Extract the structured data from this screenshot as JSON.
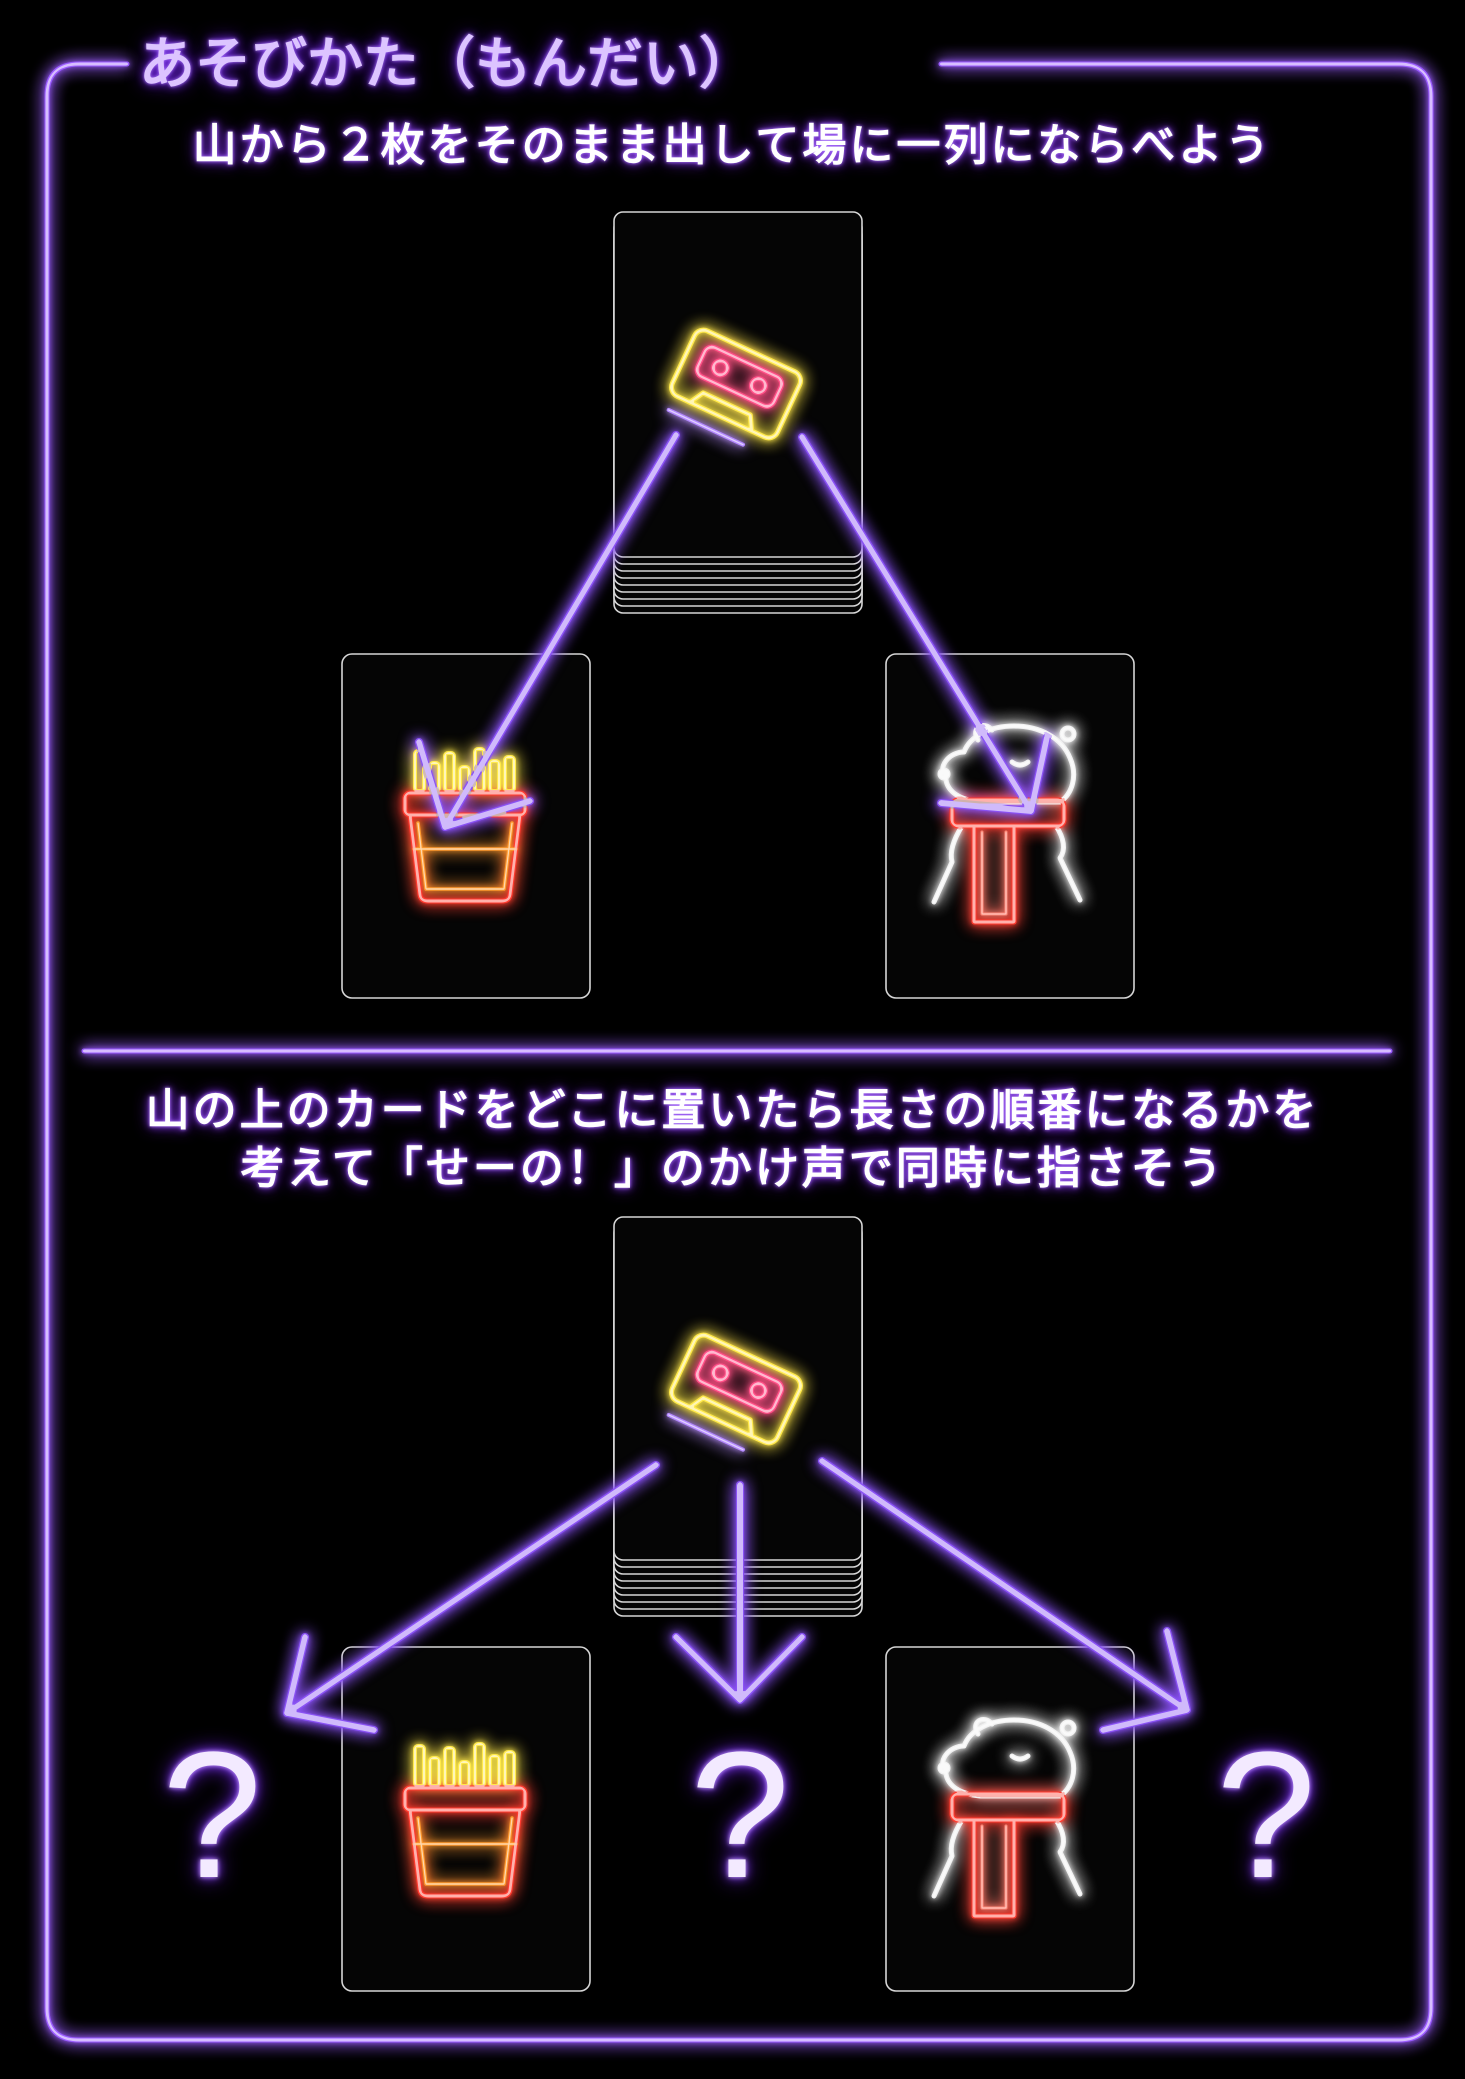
{
  "title": "あそびかた（もんだい）",
  "step1": {
    "instruction": "山から２枚をそのまま出して場に一列にならべよう"
  },
  "step2": {
    "instruction_line1": "山の上のカードをどこに置いたら長さの順番になるかを",
    "instruction_line2": "考えて「せーの！」のかけ声で同時に指さそう",
    "choice_marks": [
      "?",
      "?",
      "?"
    ]
  },
  "cards": {
    "deck_top": "cassette-tape-icon",
    "placed_left": "french-fries-icon",
    "placed_right": "polar-bear-scarf-icon"
  },
  "colors": {
    "background": "#000000",
    "neon_purple": "#9b5cff",
    "arrow_purple": "#8a52f5",
    "title_text": "#dcc4ff",
    "card_border": "#d6d6d6",
    "neon_yellow": "#ffe94a",
    "neon_pink": "#ff4f86",
    "neon_red": "#ff3b2f",
    "neon_orange": "#ff9a2e",
    "neon_white": "#f2f2f2"
  }
}
